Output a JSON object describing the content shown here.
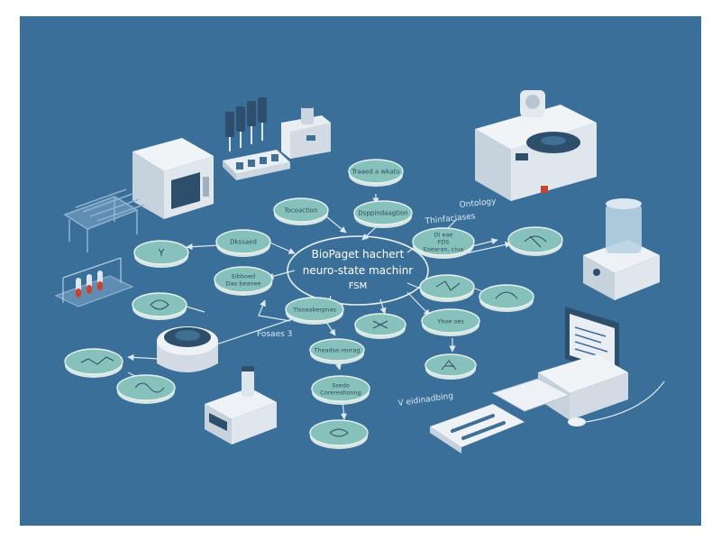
{
  "center": {
    "line1": "BioPaget hachert",
    "line2": "neuro-state machinr",
    "line3": "FSM"
  },
  "nodes": [
    {
      "text": "Traaed a wkatu"
    },
    {
      "text": "Tocoaction"
    },
    {
      "text": "Dsppindaagtion"
    },
    {
      "text": "Y"
    },
    {
      "text": "Dkssaed"
    },
    {
      "text": "Eibboed\nDao beanee"
    },
    {
      "text": "Di eae\nFDS\nEoearan, ciua"
    },
    {
      "text": "Tlsoaaberpnas"
    },
    {
      "text": "Theadsa reorag"
    },
    {
      "text": "Ssedo\nCorereshonng"
    },
    {
      "text": "Yhoe oes"
    }
  ],
  "free_labels": {
    "ontology": "Ontology",
    "thinfaciases": "Thinfaciases",
    "fosaes": "Fosaes 3",
    "v_binding": "V eidinadbing"
  },
  "colors": {
    "background": "#3a6f99",
    "node_fill": "#86c2bb",
    "node_rim": "#e6f1ef",
    "edge": "#dce8f2"
  }
}
